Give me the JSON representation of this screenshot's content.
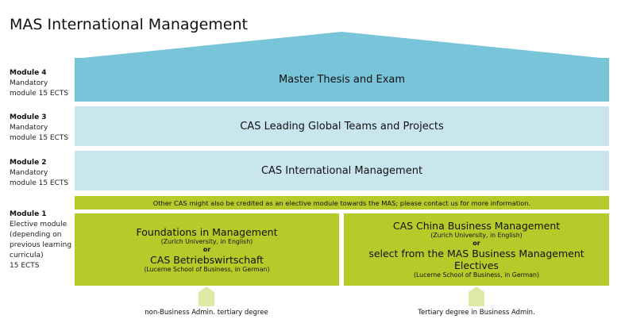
{
  "title": "MAS International Management",
  "modules": [
    {
      "name": "Module 4",
      "desc": [
        "Mandatory",
        "module 15 ECTS"
      ],
      "content": "Master Thesis and Exam"
    },
    {
      "name": "Module 3",
      "desc": [
        "Mandatory",
        "module 15 ECTS"
      ],
      "content": "CAS Leading Global Teams and Projects"
    },
    {
      "name": "Module 2",
      "desc": [
        "Mandatory",
        "module 15 ECTS"
      ],
      "content": "CAS International Management"
    },
    {
      "name": "Module 1",
      "desc": [
        "Elective module",
        "(depending on",
        "previous learning",
        "curricula)",
        "15 ECTS"
      ]
    }
  ],
  "banner": "Other CAS might also be credited as an elective module towards the MAS; please contact us for more information.",
  "left_option": {
    "a_title": "Foundations in Management",
    "a_sub": "(Zurich University, in English)",
    "or": "or",
    "b_title": "CAS Betriebswirtschaft",
    "b_sub": "(Lucerne School of Business, in German)",
    "entry": "non-Business Admin. tertiary degree"
  },
  "right_option": {
    "a_title": "CAS China Business Management",
    "a_sub": "(Zurich University, in English)",
    "or": "or",
    "b_title": "select from the MAS Business Management Electives",
    "b_sub": "(Lucerne School of Business, in German)",
    "entry": "Tertiary degree in Business Admin."
  },
  "colors": {
    "teal": "#78c4d9",
    "light_blue": "#c9e6ef",
    "green": "#b5cb2a",
    "arrow": "#dfeaa6"
  }
}
